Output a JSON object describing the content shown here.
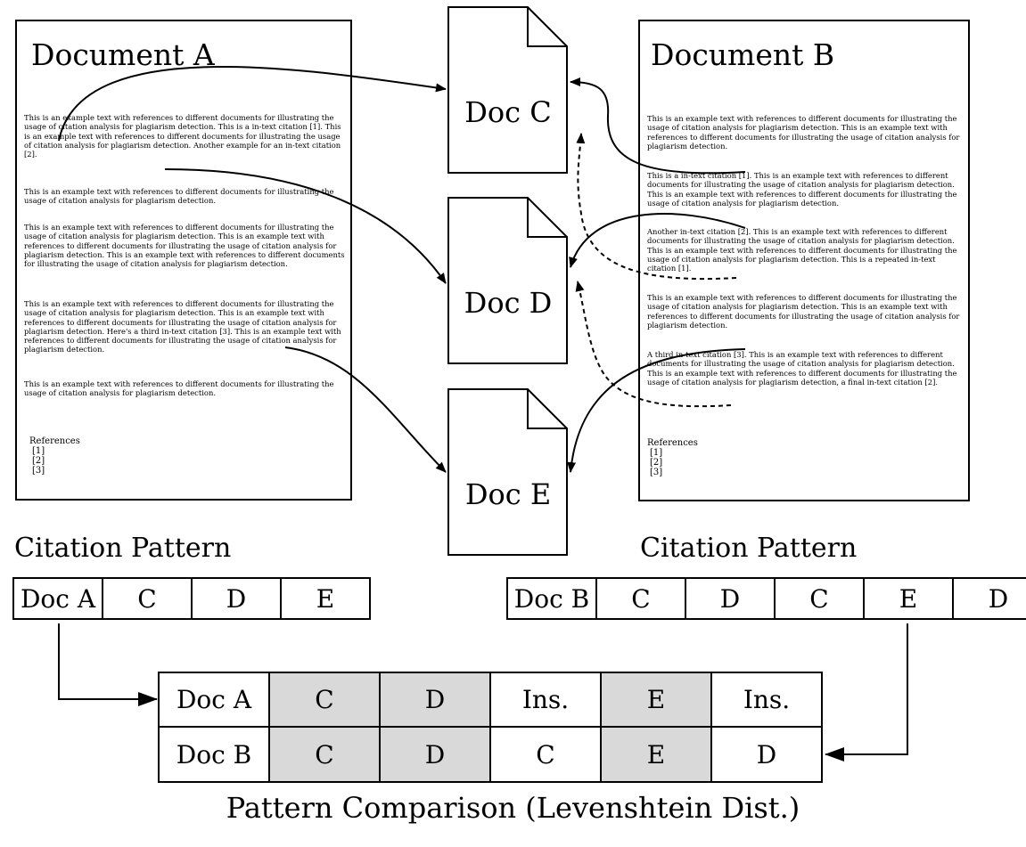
{
  "document_a": {
    "title": "Document A",
    "paragraphs": [
      "This is an example text with references to different documents for illustrating the usage of citation analysis for plagiarism detection. This is a in-text citation [1]. This is an example text with references to different documents for illustrating the usage of citation analysis for plagiarism detection. Another example for an in-text citation [2].",
      "This is an example text with references to different documents for illustrating the usage of citation analysis for plagiarism detection.",
      "This is an example text with references to different documents for illustrating the usage of citation analysis for plagiarism detection. This is an example text with references to different documents for illustrating the usage of citation analysis for plagiarism detection. This is an example text with references to different documents for illustrating the usage of citation analysis for plagiarism detection.",
      "This is an example text with references to different documents for illustrating the usage of citation analysis for plagiarism detection. This is an example text with references to different documents for illustrating the usage of citation analysis for plagiarism detection. Here's a third in-text citation [3]. This is an example text with references to different documents for illustrating the usage of citation analysis for plagiarism detection.",
      "This is an example text with references to different documents for illustrating the usage of citation analysis for plagiarism detection."
    ],
    "references_label": "References",
    "references": [
      "[1]",
      "[2]",
      "[3]"
    ]
  },
  "document_b": {
    "title": "Document B",
    "paragraphs": [
      "This is an example text with references to different documents for illustrating the usage of citation analysis for plagiarism detection. This is an example text with references to different documents for illustrating the usage of citation analysis for plagiarism detection.",
      "This is a in-text citation [1]. This is an example text with references to different documents for illustrating the usage of citation analysis for plagiarism detection. This is an example text with references to different documents for illustrating the usage of citation analysis for plagiarism detection.",
      "Another in-text citation [2]. This is an example text with references to different documents for illustrating the usage of citation analysis for plagiarism detection. This is an example text with references to different documents for illustrating the usage of citation analysis for plagiarism detection. This is a repeated in-text citation [1].",
      "This is an example text with references to different documents for illustrating the usage of citation analysis for plagiarism detection. This is an example text with references to different documents for illustrating the usage of citation analysis for plagiarism detection.",
      "A third in-text citation [3]. This is an example text with references to different documents for illustrating the usage of citation analysis for plagiarism detection. This is an example text with references to different documents for illustrating the usage of citation analysis for plagiarism detection, a final in-text citation [2]."
    ],
    "references_label": "References",
    "references": [
      "[1]",
      "[2]",
      "[3]"
    ]
  },
  "cited_docs": [
    "Doc C",
    "Doc D",
    "Doc E"
  ],
  "pattern_a": {
    "title": "Citation Pattern",
    "cells": [
      "Doc A",
      "C",
      "D",
      "E"
    ]
  },
  "pattern_b": {
    "title": "Citation Pattern",
    "cells": [
      "Doc B",
      "C",
      "D",
      "C",
      "E",
      "D"
    ]
  },
  "comparison": {
    "row_a": [
      "Doc A",
      "C",
      "D",
      "Ins.",
      "E",
      "Ins."
    ],
    "row_b": [
      "Doc B",
      "C",
      "D",
      "C",
      "E",
      "D"
    ],
    "matched_columns": [
      1,
      2,
      4
    ],
    "match_fill": "#d9d9d9",
    "caption": "Pattern Comparison (Levenshtein Dist.)"
  }
}
